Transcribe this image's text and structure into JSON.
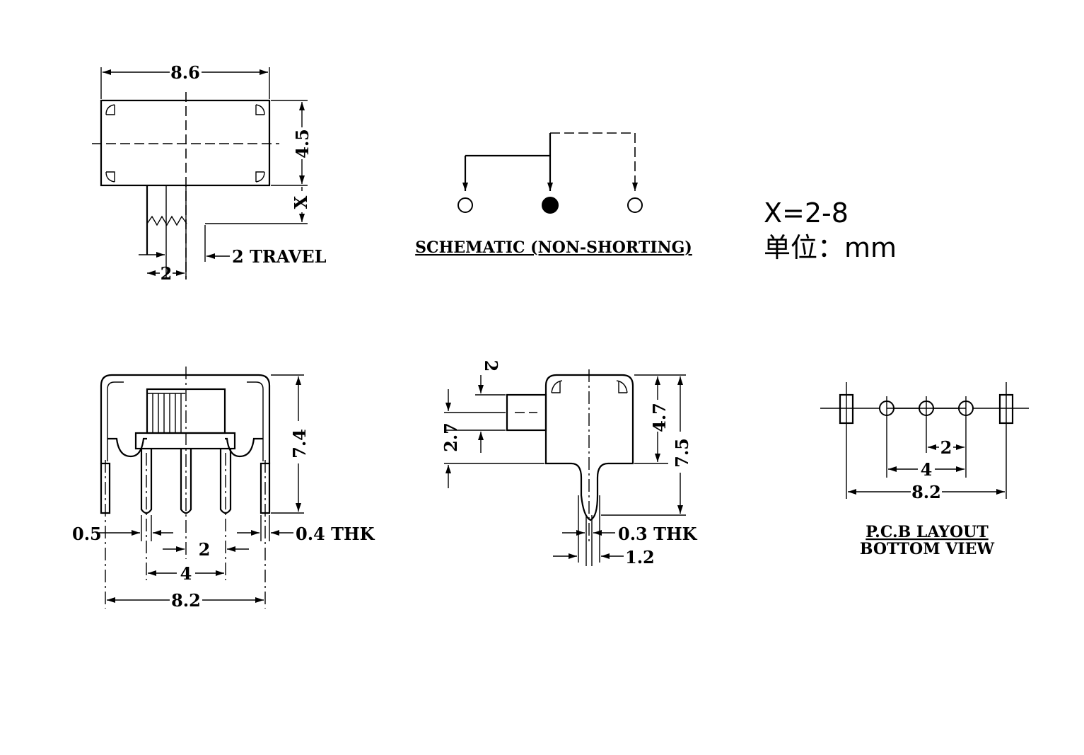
{
  "top_view": {
    "width_dim": "8.6",
    "height_dim": "4.5",
    "handle_length_dim": "X",
    "handle_width_dim": "2",
    "travel_dim": "2 TRAVEL"
  },
  "schematic": {
    "caption": "SCHEMATIC (NON-SHORTING)"
  },
  "notes": {
    "x_range": "X=2-8",
    "unit": "单位：mm"
  },
  "front_view": {
    "left_thk": "0.5",
    "right_thk": "0.4 THK",
    "pitch": "2",
    "pin_span": "4",
    "overall_width": "8.2",
    "height": "7.4"
  },
  "side_view": {
    "actuator_offset": "2",
    "actuator_height": "2.7",
    "body_height": "4.7",
    "overall_height": "7.5",
    "pin_thk": "0.3 THK",
    "pin_width": "1.2"
  },
  "pcb_layout": {
    "pitch": "2",
    "pin_span": "4",
    "overall_width": "8.2",
    "title": "P.C.B LAYOUT",
    "subtitle": "BOTTOM VIEW"
  }
}
